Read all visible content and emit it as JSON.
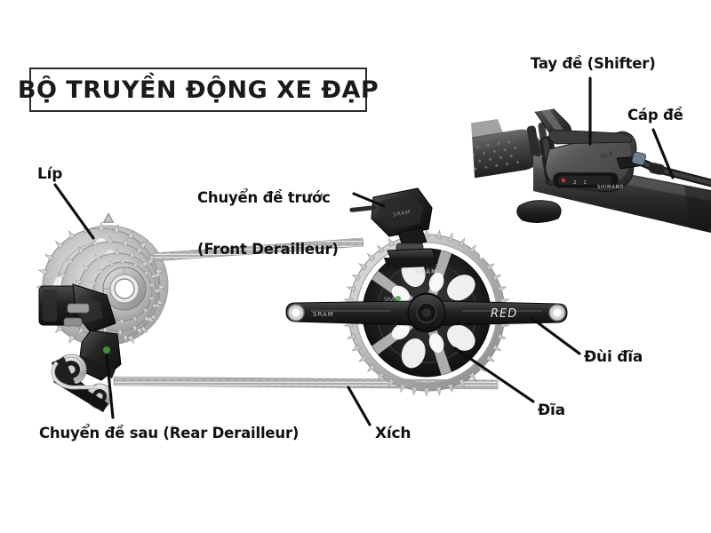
{
  "title": {
    "text": "BỘ TRUYỀN ĐỘNG XE ĐẠP"
  },
  "labels": {
    "cassette": "Líp",
    "front_derailleur_line1": "Chuyển đề trước",
    "front_derailleur_line2": "(Front Derailleur)",
    "rear_derailleur": "Chuyển đề sau (Rear Derailleur)",
    "chain": "Xích",
    "chainring": "Đĩa",
    "crank_arm": "Đùi đĩa",
    "shifter": "Tay đề (Shifter)",
    "cable": "Cáp đề"
  },
  "colors": {
    "background": "#ffffff",
    "text": "#121212",
    "leader_line": "#0d0d0d",
    "box_border": "#2b2b2b",
    "metal_light": "#d8d8d8",
    "metal_mid": "#a8a8a8",
    "metal_dark": "#6f6f6f",
    "component_black": "#1e1e1e",
    "component_gray": "#3a3a3a"
  },
  "components": {
    "cassette_brand": "",
    "crankset_brand": "RED",
    "crankset_maker": "SRAM",
    "shifter_brand": "SHIMANO"
  },
  "diagram": {
    "type": "bicycle-drivetrain",
    "parts": [
      "cassette",
      "rear-derailleur",
      "chain",
      "front-derailleur",
      "chainring",
      "crank-arm",
      "shifter",
      "cable"
    ]
  }
}
